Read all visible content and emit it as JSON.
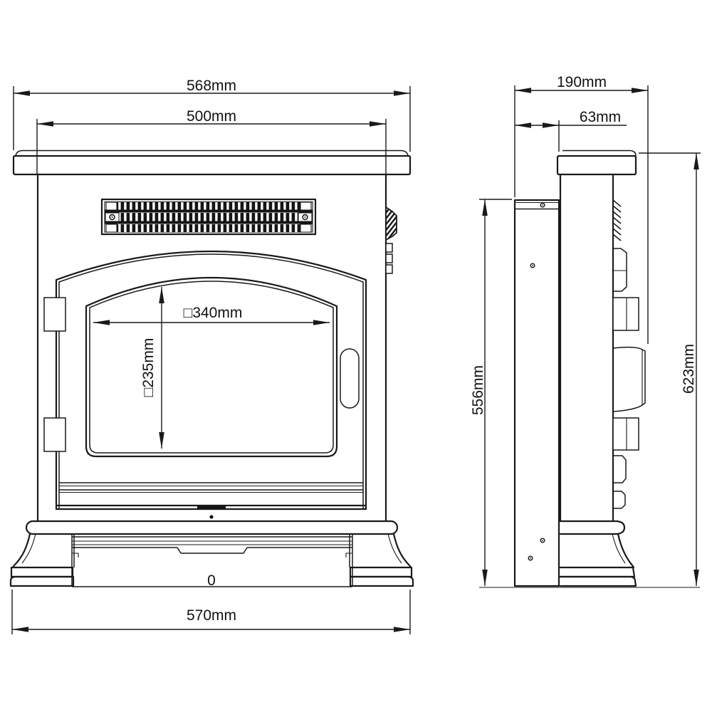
{
  "drawing": {
    "title": "electric-stove-dimension-drawing",
    "colors": {
      "line": "#1a1a1a",
      "background": "#ffffff"
    },
    "front_view": {
      "dims": {
        "top_width": "568mm",
        "body_width": "500mm",
        "window_width": "□340mm",
        "window_height": "□235mm",
        "base_width": "570mm"
      },
      "drawer_mark": "0"
    },
    "side_view": {
      "dims": {
        "total_depth": "190mm",
        "back_offset": "63mm",
        "body_height": "556mm",
        "total_height": "623mm"
      }
    }
  }
}
